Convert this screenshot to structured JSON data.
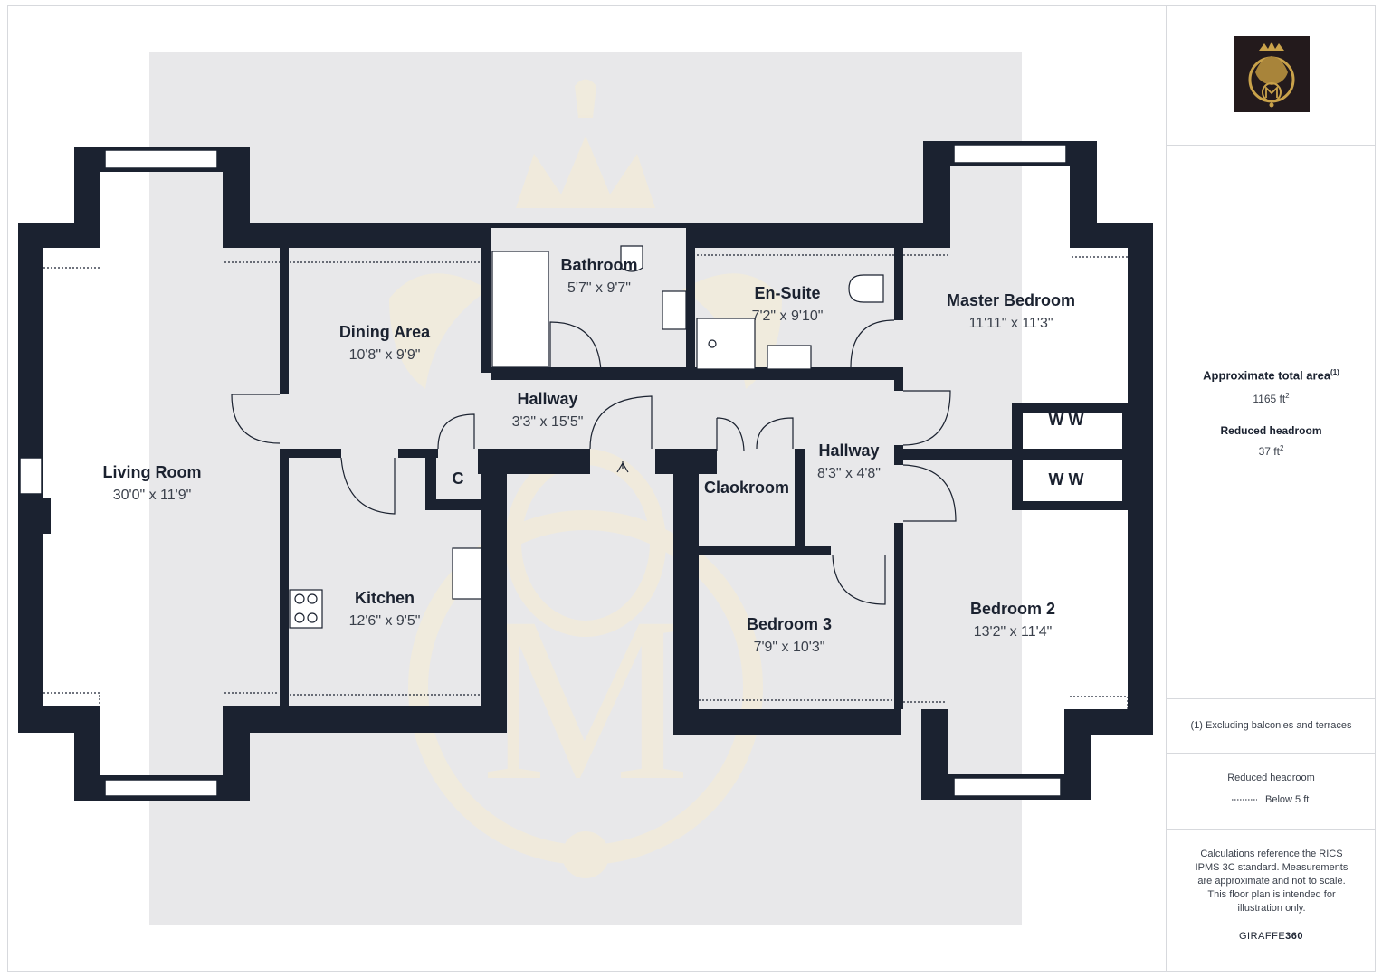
{
  "rooms": {
    "living_room": {
      "name": "Living Room",
      "dims": "30'0\" x 11'9\""
    },
    "dining_area": {
      "name": "Dining Area",
      "dims": "10'8\" x 9'9\""
    },
    "kitchen": {
      "name": "Kitchen",
      "dims": "12'6\" x 9'5\""
    },
    "bathroom": {
      "name": "Bathroom",
      "dims": "5'7\" x 9'7\""
    },
    "hallway_1": {
      "name": "Hallway",
      "dims": "3'3\" x 15'5\""
    },
    "en_suite": {
      "name": "En-Suite",
      "dims": "7'2\" x 9'10\""
    },
    "master_bedroom": {
      "name": "Master Bedroom",
      "dims": "11'11\" x 11'3\""
    },
    "hallway_2": {
      "name": "Hallway",
      "dims": "8'3\" x 4'8\""
    },
    "cloakroom": {
      "name": "Claokroom"
    },
    "bedroom_3": {
      "name": "Bedroom 3",
      "dims": "7'9\" x 10'3\""
    },
    "bedroom_2": {
      "name": "Bedroom 2",
      "dims": "13'2\" x 11'4\""
    },
    "cupboard": {
      "name": "C"
    },
    "wardrobe_1": {
      "name": "W W"
    },
    "wardrobe_2": {
      "name": "W W"
    }
  },
  "sidebar": {
    "area_label": "Approximate total area",
    "area_sup": "(1)",
    "area_value": "1165 ft",
    "area_unit_sup": "2",
    "reduced_label": "Reduced headroom",
    "reduced_value": "37 ft",
    "reduced_unit_sup": "2",
    "footnote": "(1) Excluding balconies and terraces",
    "legend_title": "Reduced headroom",
    "legend_item": "Below 5 ft",
    "disclaimer": "Calculations reference the RICS IPMS 3C standard. Measurements are approximate and not to scale. This floor plan is intended for illustration only.",
    "brand_prefix": "GIRAFFE",
    "brand_suffix": "360"
  },
  "colors": {
    "wall": "#1b2230",
    "watermark_bg": "#e8e8ea",
    "logo_bg": "#231a1c",
    "logo_gold": "#c9a24a"
  }
}
